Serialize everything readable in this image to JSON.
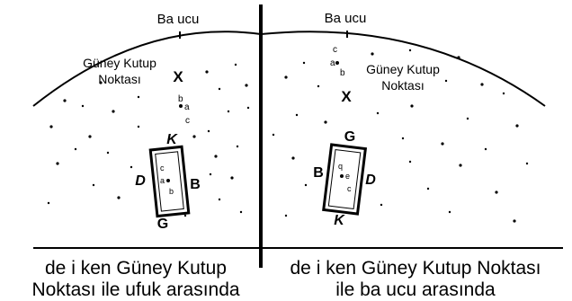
{
  "left_panel": {
    "zenith_label": "Ba ucu",
    "pole_label_line1": "Güney Kutup",
    "pole_label_line2": "Noktası",
    "pole_marker": "X",
    "star_labels": [
      "b",
      "a",
      "c"
    ],
    "device_top": "K",
    "device_bottom": "G",
    "device_left": "D",
    "device_right": "B",
    "device_points": [
      "c",
      "a",
      "b"
    ],
    "caption_line1": "de i ken Güney Kutup",
    "caption_line2": "Noktası ile ufuk arasında"
  },
  "right_panel": {
    "zenith_label": "Ba ucu",
    "pole_label_line1": "Güney Kutup",
    "pole_label_line2": "Noktası",
    "pole_marker": "X",
    "star_labels": [
      "c",
      "a",
      "b"
    ],
    "device_top": "G",
    "device_bottom": "K",
    "device_left": "B",
    "device_right": "D",
    "device_points": [
      "q",
      "e",
      "c"
    ],
    "caption_line1": "de i ken Güney Kutup Noktası",
    "caption_line2": "ile ba ucu arasında"
  }
}
